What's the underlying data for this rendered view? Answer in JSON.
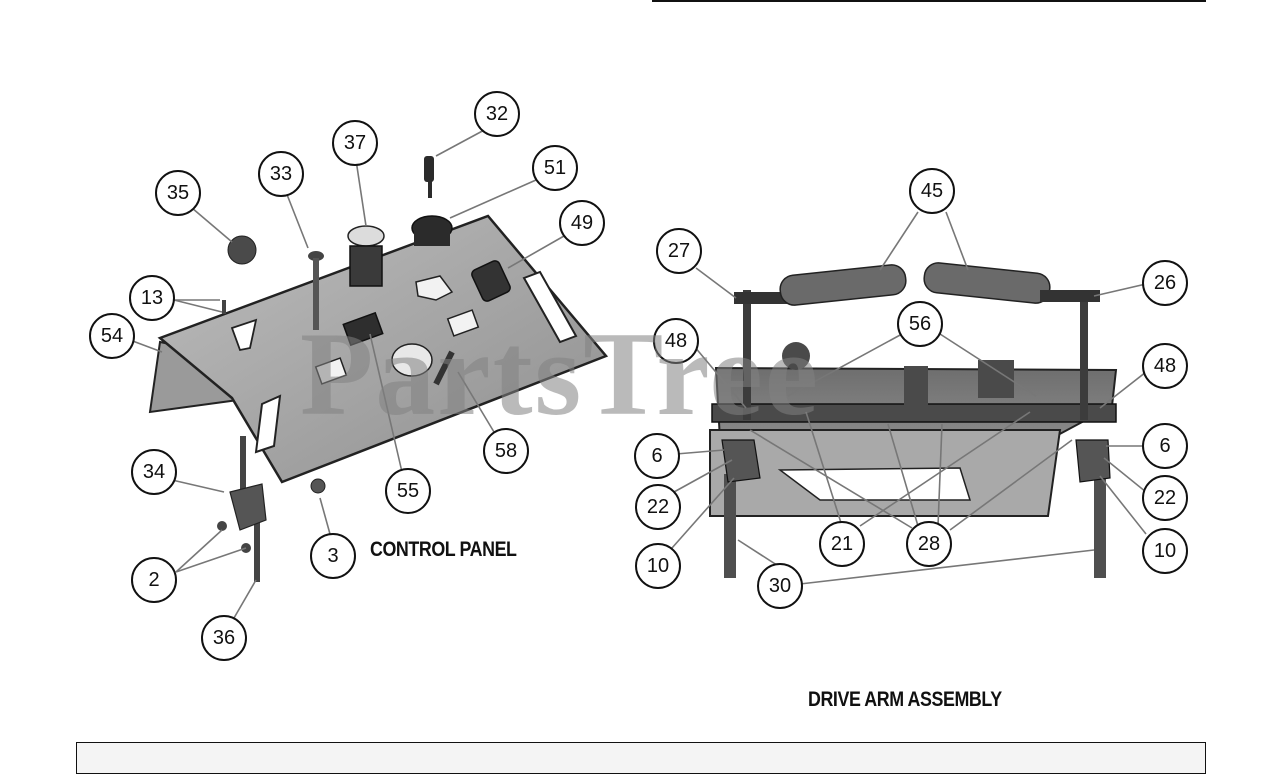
{
  "watermark": "PartsTree",
  "sections": {
    "control_panel": "CONTROL PANEL",
    "drive_arm_assembly": "DRIVE ARM ASSEMBLY"
  },
  "callouts": {
    "c32": "32",
    "c37": "37",
    "c51": "51",
    "c33": "33",
    "c35": "35",
    "c49": "49",
    "c13": "13",
    "c54": "54",
    "c58": "58",
    "c55": "55",
    "c34": "34",
    "c3": "3",
    "c2": "2",
    "c36": "36",
    "c45": "45",
    "c27": "27",
    "c26": "26",
    "c56": "56",
    "c48a": "48",
    "c48b": "48",
    "c6a": "6",
    "c6b": "6",
    "c22a": "22",
    "c22b": "22",
    "c10a": "10",
    "c10b": "10",
    "c21": "21",
    "c28": "28",
    "c30": "30"
  }
}
